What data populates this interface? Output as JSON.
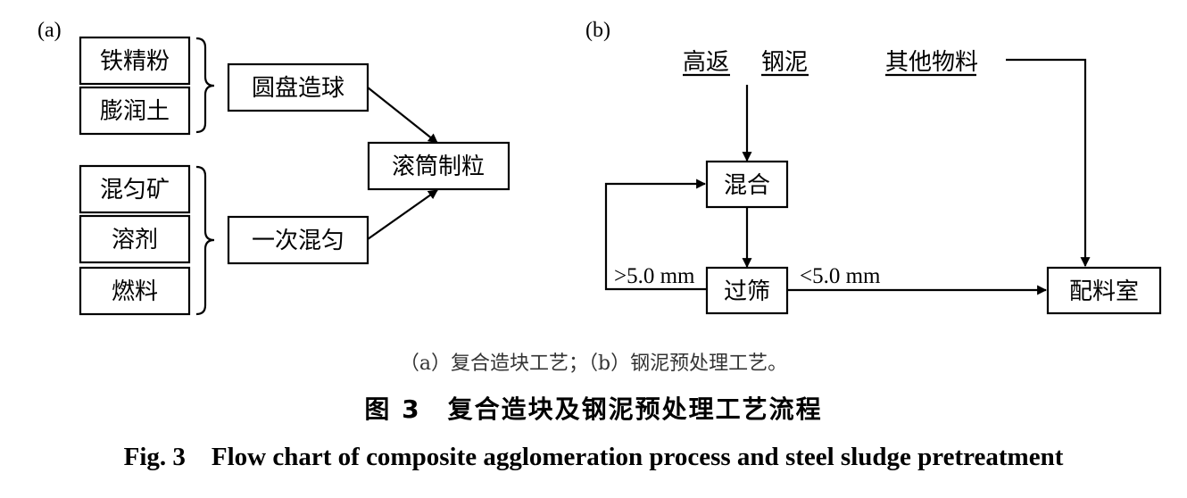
{
  "panel_a": {
    "label": "(a)",
    "inputs_group1": [
      "铁精粉",
      "膨润土"
    ],
    "inputs_group2": [
      "混匀矿",
      "溶剂",
      "燃料"
    ],
    "step1": "圆盘造球",
    "step2": "一次混匀",
    "output": "滚筒制粒"
  },
  "panel_b": {
    "label": "(b)",
    "source1": "高返",
    "source2": "钢泥",
    "source3": "其他物料",
    "mix": "混合",
    "screen": "过筛",
    "room": "配料室",
    "label_over": ">5.0 mm",
    "label_under": "<5.0 mm"
  },
  "caption": {
    "subcaption": "（a）复合造块工艺；（b）钢泥预处理工艺。",
    "title_cn": "图 3　复合造块及钢泥预处理工艺流程",
    "title_en": "Fig. 3    Flow chart of composite agglomeration process and steel sludge pretreatment"
  }
}
